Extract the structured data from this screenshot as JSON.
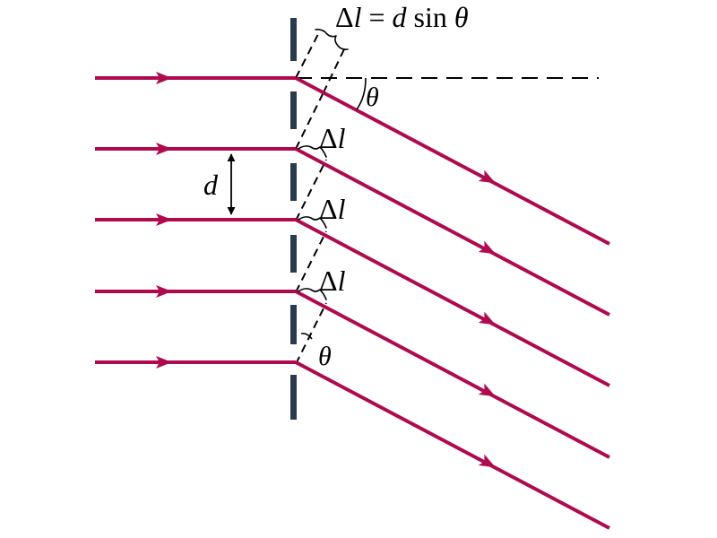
{
  "labels": {
    "delta_l_formula": {
      "delta": "Δ",
      "l": "l",
      "eq": " = ",
      "d": "d",
      "sin": " sin ",
      "theta": "θ"
    },
    "theta_top": "θ",
    "theta_bottom": "θ",
    "d_spacing": "d",
    "delta_l_1": {
      "delta": "Δ",
      "l": "l"
    },
    "delta_l_2": {
      "delta": "Δ",
      "l": "l"
    },
    "delta_l_3": {
      "delta": "Δ",
      "l": "l"
    }
  },
  "colors": {
    "ray": "#b00a4f",
    "grating": "#2b3a4d",
    "guide": "#000000"
  }
}
